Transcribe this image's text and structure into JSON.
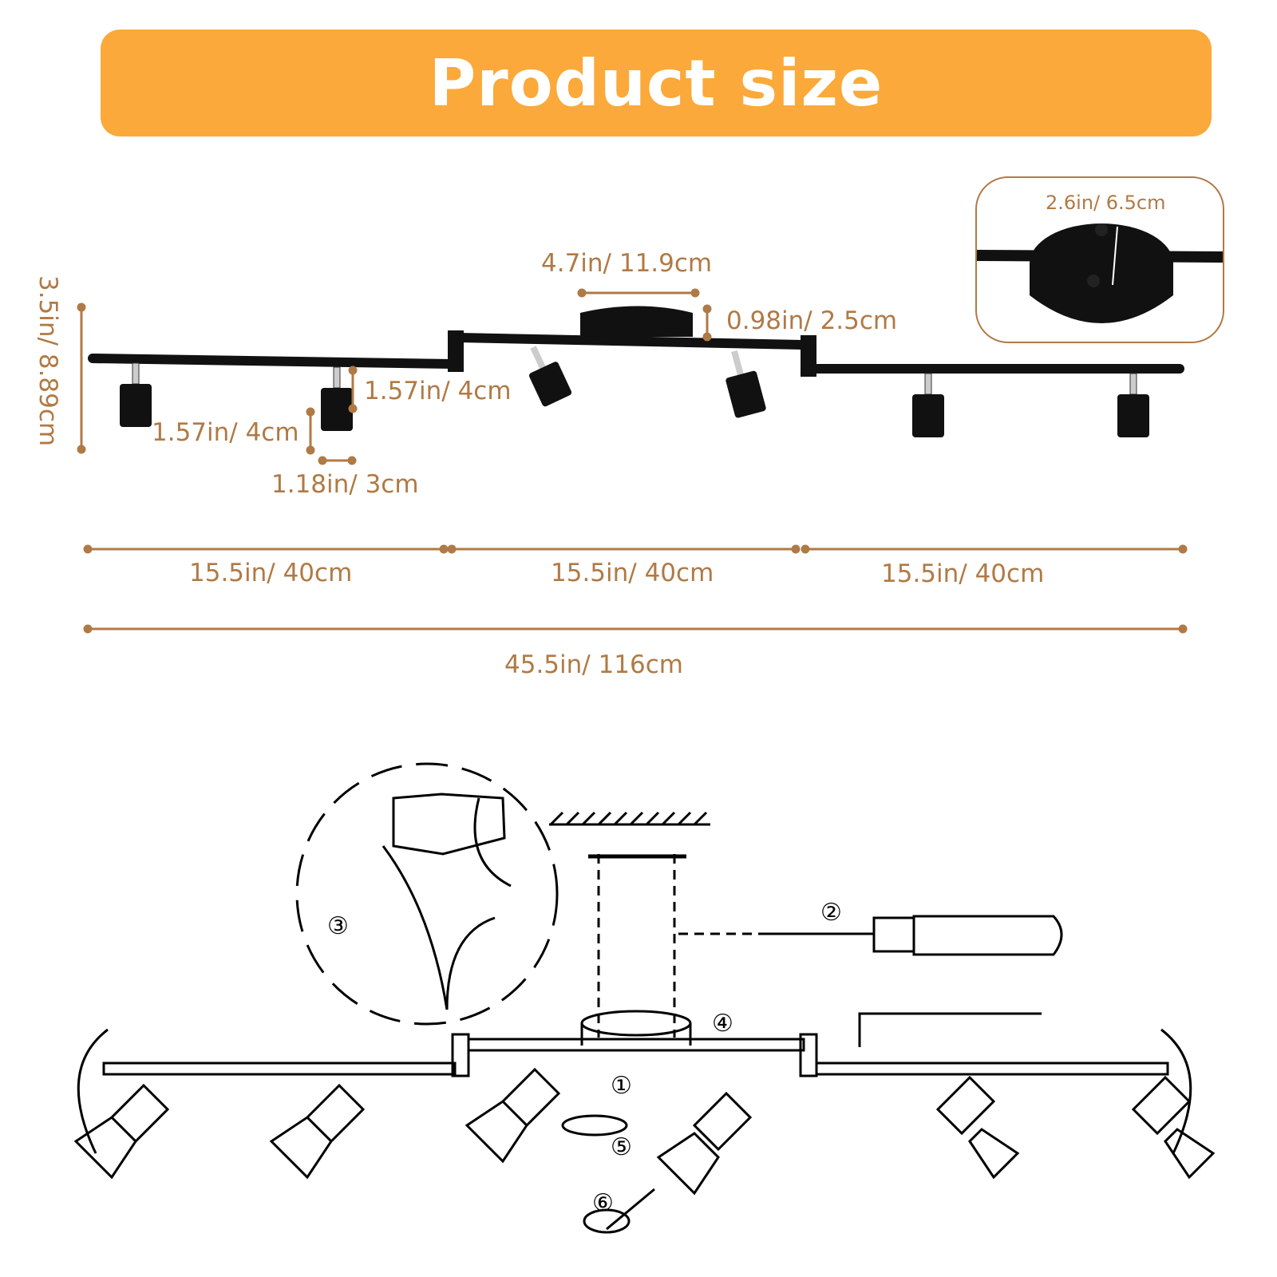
{
  "header": {
    "title": "Product size"
  },
  "colors": {
    "accent": "#FBA93A",
    "dimension": "#B07A45",
    "fixture": "#111111"
  },
  "dimensions": {
    "height_total": "3.5in/ 8.89cm",
    "canopy_width": "4.7in/ 11.9cm",
    "canopy_height": "0.98in/ 2.5cm",
    "arm_height": "1.57in/ 4cm",
    "head_height": "1.57in/ 4cm",
    "head_width": "1.18in/ 3cm",
    "segment_1": "15.5in/ 40cm",
    "segment_2": "15.5in/ 40cm",
    "segment_3": "15.5in/ 40cm",
    "total_length": "45.5in/ 116cm",
    "mount_spacing": "2.6in/ 6.5cm"
  },
  "steps": [
    "①",
    "②",
    "③",
    "④",
    "⑤",
    "⑥"
  ]
}
